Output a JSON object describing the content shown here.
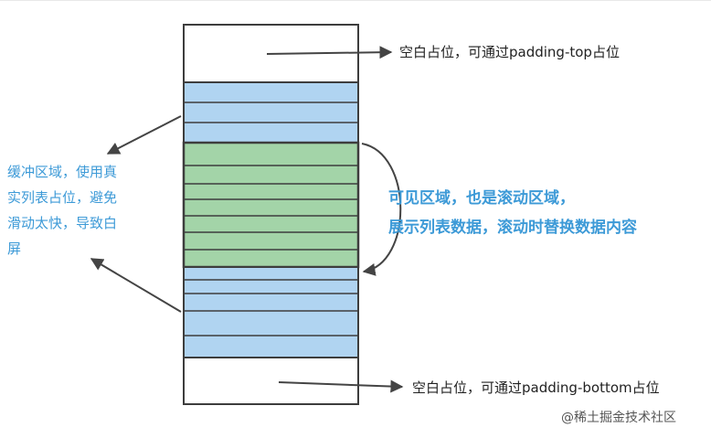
{
  "annotations": {
    "top_padding": "空白占位，可通过padding-top占位",
    "bottom_padding": "空白占位，可通过padding-bottom占位",
    "buffer_lines": [
      "缓冲区域，使用真",
      "实列表占位，避免",
      "滑动太快，导致白",
      "屏"
    ],
    "visible_lines": [
      "可见区域，也是滚动区域，",
      "展示列表数据，滚动时替换数据内容"
    ]
  },
  "watermark": "@稀土掘金技术社区",
  "colors": {
    "buffer_fill": "#b0d4f1",
    "visible_fill": "#a3d4a8",
    "outline": "#3d3d3d",
    "annotation_blue": "#3d9ad7",
    "arrow": "#444444"
  }
}
